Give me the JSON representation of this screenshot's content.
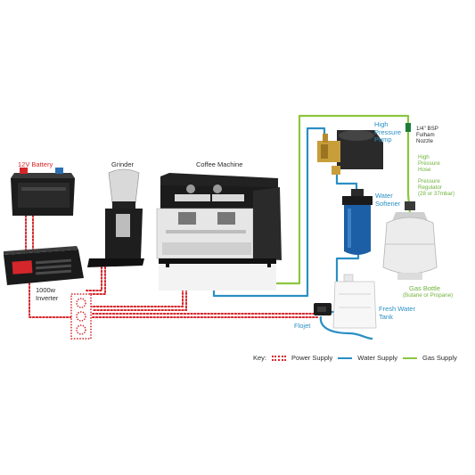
{
  "labels": {
    "battery": "12V Battery",
    "grinder": "Grinder",
    "coffee_machine": "Coffee Machine",
    "inverter": "1000w\nInverter",
    "high_pressure_pump": "High\nPressure\nPump",
    "nozzle": "1/4\" BSP\nFulham\nNozzle",
    "high_pressure_hose": "High\nPressure\nHose",
    "pressure_regulator": "Pressure\nRegulator",
    "pressure_regulator_note": "(28 or 37mbar)",
    "water_softener": "Water\nSoftener",
    "gas_bottle": "Gas Bottle",
    "gas_bottle_note": "(Butane or Propane)",
    "fresh_water_tank": "Fresh Water\nTank",
    "flojet": "Flojet"
  },
  "key": {
    "title": "Key:",
    "power": "Power Supply",
    "water": "Water Supply",
    "gas": "Gas Supply"
  },
  "colors": {
    "power": "#d4262b",
    "water": "#2a8fc4",
    "gas": "#8cc63f"
  }
}
